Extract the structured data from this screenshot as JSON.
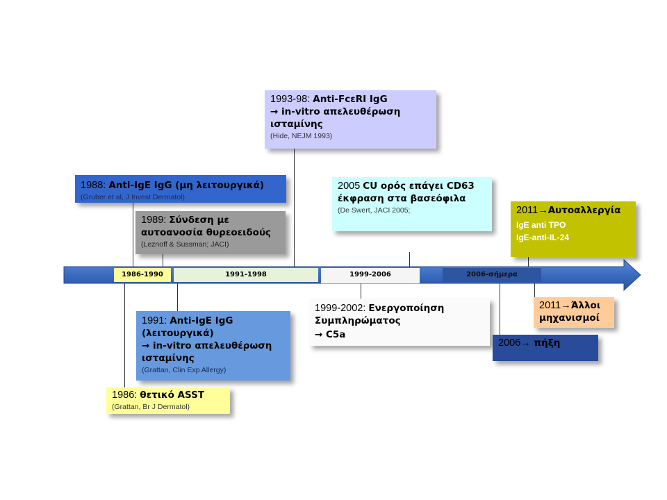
{
  "timeline": {
    "segments": [
      {
        "label": "1986-1990"
      },
      {
        "label": "1991-1998"
      },
      {
        "label": "1999-2006"
      },
      {
        "label": "2006-σήμερα"
      }
    ]
  },
  "events": {
    "e1993": {
      "year": "1993-98: ",
      "title": "Anti-FcεRI IgG",
      "line2": "→ in-vitro απελευθέρωση ισταμίνης",
      "cite": "(Hide, NEJM 1993)"
    },
    "e1988": {
      "year": "1988: ",
      "title": "Anti-IgE IgG (μη λειτουργικά)",
      "cite": "(Gruber et al, J Invest Dermatol)"
    },
    "e1989": {
      "year": "1989: ",
      "title": "Σύνδεση με αυτοανοσία θυρεοειδούς",
      "cite": "(Leznoff & Sussman; JACI)"
    },
    "e2005": {
      "year": "2005 ",
      "title": "CU ορός επάγει CD63 έκφραση στα βασεόφιλα",
      "cite": "(De Swert, JACI 2005;"
    },
    "e2011a": {
      "year": "2011",
      "arrow": "→",
      "title": "Αυτοαλλεργία",
      "line2": "IgE anti TPO",
      "line3": "IgE-anti-IL-24"
    },
    "e1999": {
      "year": "1999-2002: ",
      "title": "Ενεργοποίηση Συμπληρώματος",
      "line2": "→ C5a"
    },
    "e1991": {
      "year": "1991: ",
      "title": "Anti-IgE IgG (λειτουργικά)",
      "line2": "→ in-vitro απελευθέρωση ισταμίνης",
      "cite": "(Grattan, Clin Exp Allergy)"
    },
    "e2011b": {
      "year": "2011",
      "arrow": "→",
      "title": "Άλλοι μηχανισμοί"
    },
    "e2006": {
      "year": "2006",
      "arrow": "→",
      "title": " πήξη"
    },
    "e1986": {
      "year": "1986: ",
      "title": "θετικό ASST",
      "cite": "(Grattan, Br J Dermatol)"
    }
  },
  "colors": {
    "arrow": "#3a6bbf",
    "seg1": "#ffff99",
    "seg2": "#e6f2d9",
    "seg3": "#f5f5f5",
    "seg4": "#2e55a0",
    "box1993": "#ccccff",
    "box1988": "#3366cc",
    "box1989": "#9a9a9a",
    "box2005": "#ccffff",
    "box2011a": "#c2c200",
    "box1999": "#fafafa",
    "box1991": "#6699dd",
    "box2011b": "#ffcc99",
    "box2006": "#2a4a9a",
    "box1986": "#ffff99"
  }
}
